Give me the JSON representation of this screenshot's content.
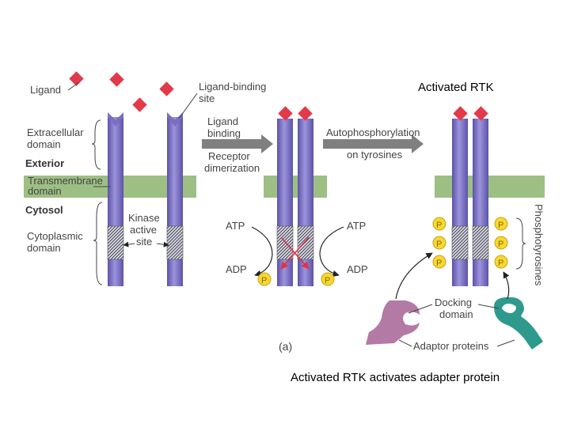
{
  "slide": {
    "top_caption": "Activated RTK",
    "bottom_caption": "Activated RTK activates adapter protein"
  },
  "figure": {
    "left_labels": {
      "ligand": "Ligand",
      "extracellular_domain": [
        "Extracellular",
        "domain"
      ],
      "exterior": "Exterior",
      "transmembrane_domain": [
        "Transmembrane",
        "domain"
      ],
      "cytosol": "Cytosol",
      "cytoplasmic_domain": [
        "Cytoplasmic",
        "domain"
      ]
    },
    "center_labels": {
      "ligand_binding_site": [
        "Ligand-binding",
        "site"
      ],
      "kinase_active_site": [
        "Kinase",
        "active",
        "site"
      ],
      "ligand_binding": [
        "Ligand",
        "binding"
      ],
      "receptor_dimerization": [
        "Receptor",
        "dimerization"
      ],
      "atp_left": "ATP",
      "adp_left": "ADP",
      "atp_right": "ATP",
      "adp_right": "ADP",
      "phosphate": "P"
    },
    "right_labels": {
      "autophosphorylation": "Autophosphorylation",
      "on_tyrosines": "on tyrosines",
      "phosphotyrosines": "Phosphotyrosines",
      "docking_domain": [
        "Docking",
        "domain"
      ],
      "adaptor_proteins": "Adaptor proteins"
    },
    "panel_label": "(a)",
    "colors": {
      "receptor": "#7a6fc2",
      "membrane": "#9dbf84",
      "ligand": "#e23a4a",
      "phosphate": "#f7d832",
      "adaptor_left": "#b27aa4",
      "adaptor_right": "#2e9a8e",
      "process_arrow": "#808080"
    }
  }
}
